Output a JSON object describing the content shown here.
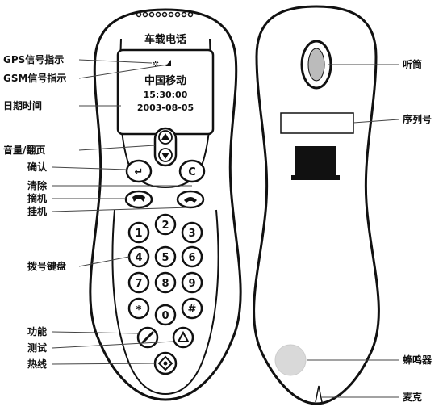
{
  "phone_front": {
    "header": "车载电话",
    "screen": {
      "signal_icon": "gps-signal-icon",
      "operator": "中国移动",
      "time": "15:30:00",
      "date": "2003-08-05"
    },
    "keys": {
      "confirm": "↵",
      "clear": "C",
      "digits": [
        "1",
        "2",
        "3",
        "4",
        "5",
        "6",
        "7",
        "8",
        "9",
        "0"
      ],
      "star": "*",
      "hash": "#"
    }
  },
  "left_labels": [
    "GPS信号指示",
    "GSM信号指示",
    "日期时间",
    "音量/翻页",
    "确认",
    "清除",
    "摘机",
    "挂机",
    "拨号键盘",
    "功能",
    "测试",
    "热线"
  ],
  "right_labels": [
    "听筒",
    "序列号",
    "蜂鸣器",
    "麦克"
  ],
  "colors": {
    "outline": "#111111",
    "label_line": "#444444",
    "buzzer": "#d9d9d9"
  }
}
